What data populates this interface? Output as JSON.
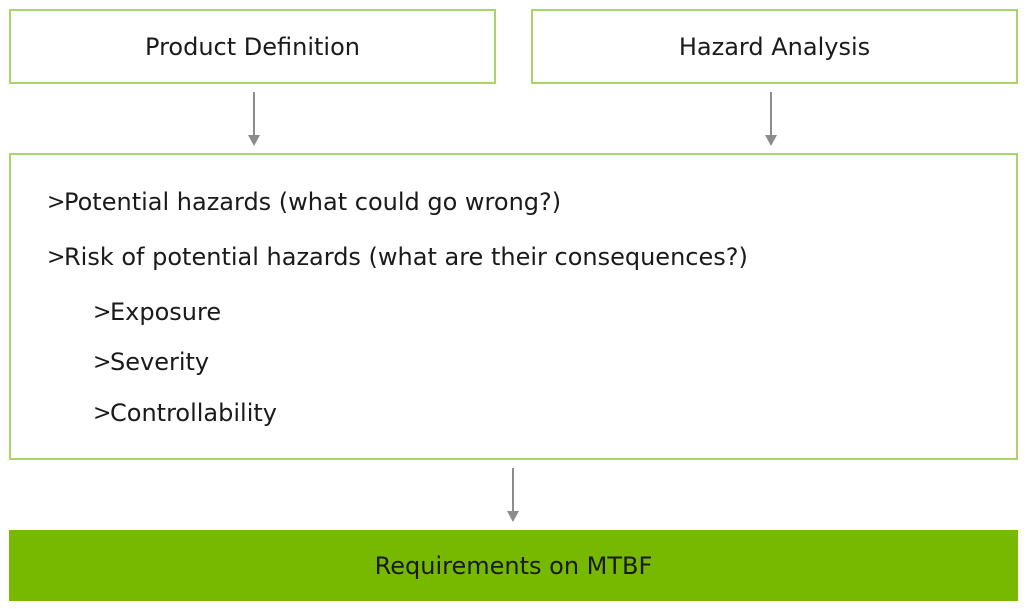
{
  "top_boxes": {
    "product": "Product Definition",
    "hazard": "Hazard Analysis"
  },
  "analysis": {
    "marker": ">",
    "items": [
      "Potential hazards (what could go wrong?)",
      "Risk of potential hazards (what are their consequences?)",
      "Exposure",
      "Severity",
      "Controllability"
    ]
  },
  "result": "Requirements on MTBF",
  "colors": {
    "box_border": "#a9d46a",
    "result_fill": "#76b900",
    "arrow": "#8c8c8c"
  }
}
